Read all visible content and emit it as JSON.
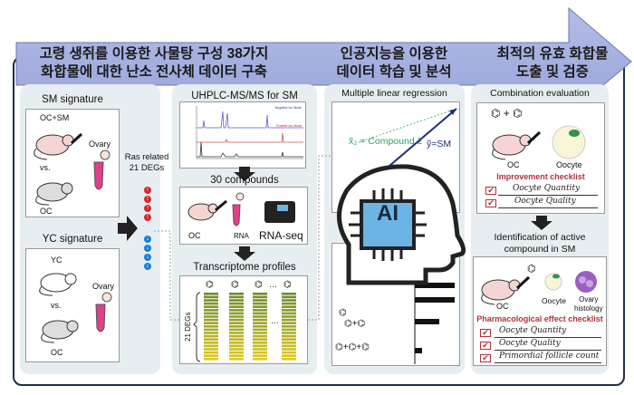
{
  "header": {
    "step1_line1": "고령 생쥐를 이용한 사물탕 구성 38가지",
    "step1_line2": "화합물에 대한 난소 전사체 데이터 구축",
    "step2_line1": "인공지능을 이용한",
    "step2_line2": "데이터 학습 및 분석",
    "step3_line1": "최적의 유효 화합물",
    "step3_line2": "도출 및 검증"
  },
  "panel1": {
    "sm_title": "SM signature",
    "sm_group": "OC+SM",
    "vs1": "vs.",
    "oc1": "OC",
    "ovary1": "Ovary",
    "yc_title": "YC signature",
    "yc_group": "YC",
    "vs2": "vs.",
    "oc2": "OC",
    "ovary2": "Ovary",
    "ras_line1": "Ras related",
    "ras_line2": "21 DEGs",
    "up_icon": "arrow-up-circle",
    "down_icon": "arrow-down-circle",
    "up_color": "#d9262c",
    "down_color": "#1b7fd1"
  },
  "panel2": {
    "title": "UHPLC-MS/MS for SM",
    "neg_mode": "Negative Ion Mode",
    "pos_mode": "Positive Ion Mode",
    "compounds": "30 compounds",
    "oc": "OC",
    "rna": "RNA",
    "rnaseq": "RNA-seq",
    "transcriptome": "Transcriptome profiles",
    "degs": "21 DEGs",
    "ellipsis": "…"
  },
  "panel3": {
    "title": "Multiple linear regression",
    "x2_label": "x̃₂ = Compound 2",
    "y_label": "ỹ=SM",
    "ai": "AI",
    "compound_color": "#2fa36b",
    "vector_color": "#1f2d7a"
  },
  "panel4": {
    "title": "Combination evaluation",
    "oc1": "OC",
    "oocyte1": "Oocyte",
    "improve_title": "Improvement checklist",
    "improve_items": [
      "Oocyte Quantity",
      "Oocyte Quality"
    ],
    "ident_line1": "Identification of active",
    "ident_line2": "compound in SM",
    "oc2": "OC",
    "oocyte2": "Oocyte",
    "ovary_hist_1": "Ovary",
    "ovary_hist_2": "histology",
    "pharm_title": "Pharmacological effect checklist",
    "pharm_items": [
      "Oocyte Quantity",
      "Oocyte Quality",
      "Primordial follicle count"
    ],
    "accent": "#b0323c"
  }
}
